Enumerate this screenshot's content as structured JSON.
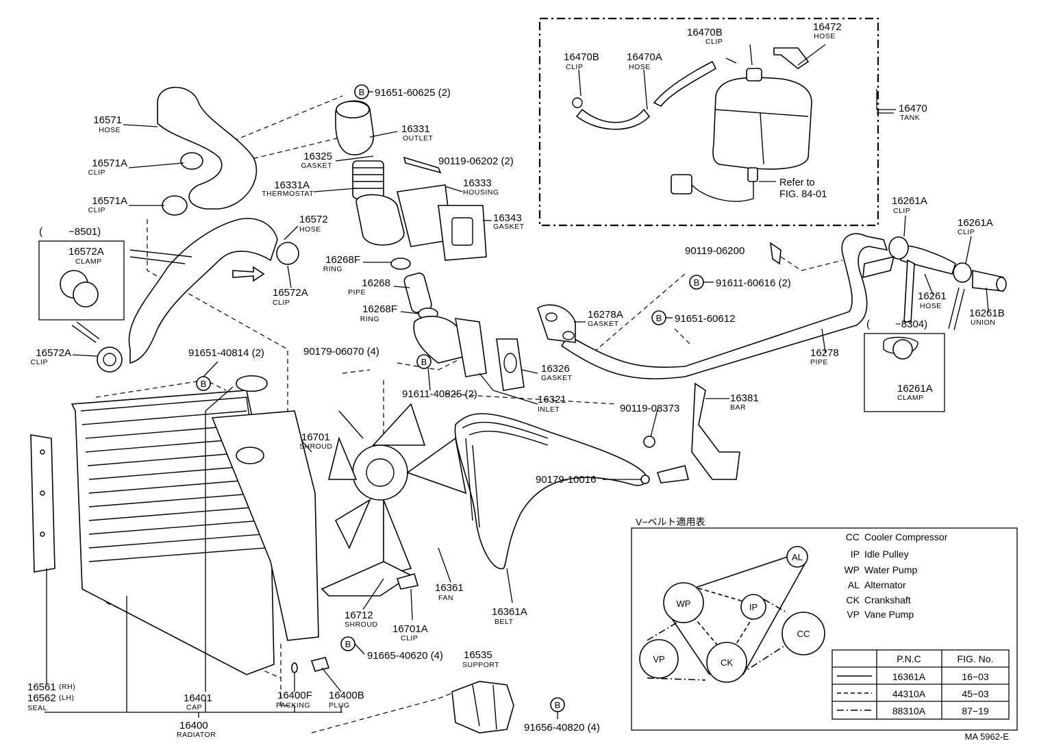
{
  "callouts": [
    {
      "id": "p16571",
      "pn": "16571",
      "name": "HOSE"
    },
    {
      "id": "p16571A_1",
      "pn": "16571A",
      "name": "CLIP"
    },
    {
      "id": "p16571A_2",
      "pn": "16571A",
      "name": "CLIP"
    },
    {
      "id": "p16572",
      "pn": "16572",
      "name": "HOSE"
    },
    {
      "id": "p16572A_1",
      "pn": "16572A",
      "name": "CLAMP"
    },
    {
      "id": "p16572A_2",
      "pn": "16572A",
      "name": "CLIP"
    },
    {
      "id": "p16572A_3",
      "pn": "16572A",
      "name": "CLIP"
    },
    {
      "id": "p16331",
      "pn": "16331",
      "name": "OUTLET"
    },
    {
      "id": "p16325",
      "pn": "16325",
      "name": "GASKET"
    },
    {
      "id": "p16331A",
      "pn": "16331A",
      "name": "THERMOSTAT"
    },
    {
      "id": "p16333",
      "pn": "16333",
      "name": "HOUSING"
    },
    {
      "id": "p16343",
      "pn": "16343",
      "name": "GASKET"
    },
    {
      "id": "p16268F_1",
      "pn": "16268F",
      "name": "RING"
    },
    {
      "id": "p16268",
      "pn": "16268",
      "name": "PIPE"
    },
    {
      "id": "p16268F_2",
      "pn": "16268F",
      "name": "RING"
    },
    {
      "id": "p16326",
      "pn": "16326",
      "name": "GASKET"
    },
    {
      "id": "p16321",
      "pn": "16321",
      "name": "INLET"
    },
    {
      "id": "p16278A",
      "pn": "16278A",
      "name": "GASKET"
    },
    {
      "id": "p16278",
      "pn": "16278",
      "name": "PIPE"
    },
    {
      "id": "p16470B_1",
      "pn": "16470B",
      "name": "CLIP"
    },
    {
      "id": "p16470A",
      "pn": "16470A",
      "name": "HOSE"
    },
    {
      "id": "p16470B_2",
      "pn": "16470B",
      "name": "CLIP"
    },
    {
      "id": "p16472",
      "pn": "16472",
      "name": "HOSE"
    },
    {
      "id": "p16470",
      "pn": "16470",
      "name": "TANK"
    },
    {
      "id": "p16261A_1",
      "pn": "16261A",
      "name": "CLIP"
    },
    {
      "id": "p16261A_2",
      "pn": "16261A",
      "name": "CLIP"
    },
    {
      "id": "p16261",
      "pn": "16261",
      "name": "HOSE"
    },
    {
      "id": "p16261B",
      "pn": "16261B",
      "name": "UNION"
    },
    {
      "id": "p16261A_3",
      "pn": "16261A",
      "name": "CLAMP"
    },
    {
      "id": "p16381",
      "pn": "16381",
      "name": "BAR"
    },
    {
      "id": "p16701",
      "pn": "16701",
      "name": "SHROUD"
    },
    {
      "id": "p16361",
      "pn": "16361",
      "name": "FAN"
    },
    {
      "id": "p16361A",
      "pn": "16361A",
      "name": "BELT"
    },
    {
      "id": "p16712",
      "pn": "16712",
      "name": "SHROUD"
    },
    {
      "id": "p16701A",
      "pn": "16701A",
      "name": "CLIP"
    },
    {
      "id": "p16535",
      "pn": "16535",
      "name": "SUPPORT"
    },
    {
      "id": "p16401",
      "pn": "16401",
      "name": "CAP"
    },
    {
      "id": "p16400F",
      "pn": "16400F",
      "name": "PACKING"
    },
    {
      "id": "p16400B",
      "pn": "16400B",
      "name": "PLUG"
    },
    {
      "id": "p16400",
      "pn": "16400",
      "name": "RADIATOR"
    }
  ],
  "seal": {
    "pn_rh": "16561",
    "tag_rh": "(RH)",
    "pn_lh": "16562",
    "tag_lh": "(LH)",
    "name": "SEAL"
  },
  "hardware": [
    {
      "id": "h91651_60625",
      "text": "91651-60625 (2)"
    },
    {
      "id": "h90119_06202",
      "text": "90119-06202 (2)"
    },
    {
      "id": "h90119_06200",
      "text": "90119-06200"
    },
    {
      "id": "h91611_60616",
      "text": "91611-60616 (2)"
    },
    {
      "id": "h91651_60612",
      "text": "91651-60612"
    },
    {
      "id": "h91651_40814",
      "text": "91651-40814 (2)"
    },
    {
      "id": "h90179_06070",
      "text": "90179-06070 (4)"
    },
    {
      "id": "h91611_40825",
      "text": "91611-40825 (2)"
    },
    {
      "id": "h90119_08373",
      "text": "90119-08373"
    },
    {
      "id": "h90179_10016",
      "text": "90179-10016"
    },
    {
      "id": "h91665_40620",
      "text": "91665-40620 (4)"
    },
    {
      "id": "h91656_40820",
      "text": "91656-40820 (4)"
    }
  ],
  "b_marker": "B",
  "refer": {
    "line1": "Refer to",
    "line2": "FIG. 84-01"
  },
  "ranges": {
    "clamp_16572A": "−8501)",
    "clamp_16572A_open": "(",
    "clamp_16261A": "−8304)",
    "clamp_16261A_open": "("
  },
  "vbelt": {
    "title": "V−ベルト適用表",
    "legend": [
      {
        "code": "CC",
        "desc": "Cooler Compressor"
      },
      {
        "code": "IP",
        "desc": "Idle Pulley"
      },
      {
        "code": "WP",
        "desc": "Water Pump"
      },
      {
        "code": "AL",
        "desc": "Alternator"
      },
      {
        "code": "CK",
        "desc": "Crankshaft"
      },
      {
        "code": "VP",
        "desc": "Vane Pump"
      }
    ],
    "pulleys": {
      "wp": "WP",
      "ip": "IP",
      "al": "AL",
      "cc": "CC",
      "vp": "VP",
      "ck": "CK"
    },
    "table": {
      "head_pnc": "P.N.C",
      "head_fig": "FIG. No.",
      "rows": [
        {
          "style": "solid",
          "pnc": "16361A",
          "fig": "16−03"
        },
        {
          "style": "dashed",
          "pnc": "44310A",
          "fig": "45−03"
        },
        {
          "style": "dashdot",
          "pnc": "88310A",
          "fig": "87−19"
        }
      ]
    }
  },
  "figure_code": "MA  5962-E"
}
